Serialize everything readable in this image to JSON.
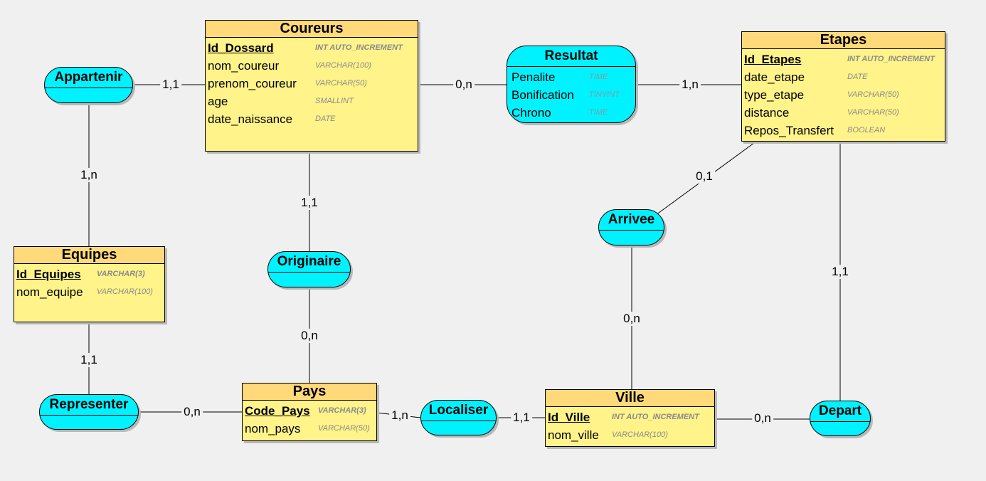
{
  "entities": {
    "coureurs": {
      "name": "Coureurs",
      "attributes": [
        {
          "name": "Id_Dossard",
          "type": "INT AUTO_INCREMENT",
          "pk": true
        },
        {
          "name": "nom_coureur",
          "type": "VARCHAR(100)"
        },
        {
          "name": "prenom_coureur",
          "type": "VARCHAR(50)"
        },
        {
          "name": "age",
          "type": "SMALLINT"
        },
        {
          "name": "date_naissance",
          "type": "DATE"
        }
      ]
    },
    "etapes": {
      "name": "Etapes",
      "attributes": [
        {
          "name": "Id_Etapes",
          "type": "INT AUTO_INCREMENT",
          "pk": true
        },
        {
          "name": "date_etape",
          "type": "DATE"
        },
        {
          "name": "type_etape",
          "type": "VARCHAR(50)"
        },
        {
          "name": "distance",
          "type": "VARCHAR(50)"
        },
        {
          "name": "Repos_Transfert",
          "type": "BOOLEAN"
        }
      ]
    },
    "equipes": {
      "name": "Equipes",
      "attributes": [
        {
          "name": "Id_Equipes",
          "type": "VARCHAR(3)",
          "pk": true
        },
        {
          "name": "nom_equipe",
          "type": "VARCHAR(100)"
        }
      ]
    },
    "pays": {
      "name": "Pays",
      "attributes": [
        {
          "name": "Code_Pays",
          "type": "VARCHAR(3)",
          "pk": true
        },
        {
          "name": "nom_pays",
          "type": "VARCHAR(50)"
        }
      ]
    },
    "ville": {
      "name": "Ville",
      "attributes": [
        {
          "name": "Id_Ville",
          "type": "INT AUTO_INCREMENT",
          "pk": true
        },
        {
          "name": "nom_ville",
          "type": "VARCHAR(100)"
        }
      ]
    }
  },
  "associations": {
    "resultat": {
      "name": "Resultat",
      "attributes": [
        {
          "name": "Penalite",
          "type": "TIME"
        },
        {
          "name": "Bonification",
          "type": "TINYINT"
        },
        {
          "name": "Chrono",
          "type": "TIME"
        }
      ]
    },
    "appartenir": {
      "name": "Appartenir"
    },
    "originaire": {
      "name": "Originaire"
    },
    "representer": {
      "name": "Representer"
    },
    "localiser": {
      "name": "Localiser"
    },
    "arrivee": {
      "name": "Arrivee"
    },
    "depart": {
      "name": "Depart"
    }
  },
  "cardinalities": {
    "appartenir_coureurs": "1,1",
    "appartenir_equipes": "1,n",
    "resultat_coureurs": "0,n",
    "resultat_etapes": "1,n",
    "originaire_coureurs": "1,1",
    "originaire_pays": "0,n",
    "representer_equipes": "1,1",
    "representer_pays": "0,n",
    "localiser_pays": "1,n",
    "localiser_ville": "1,1",
    "arrivee_etapes": "0,1",
    "arrivee_ville": "0,n",
    "depart_etapes": "1,1",
    "depart_ville": "0,n"
  }
}
